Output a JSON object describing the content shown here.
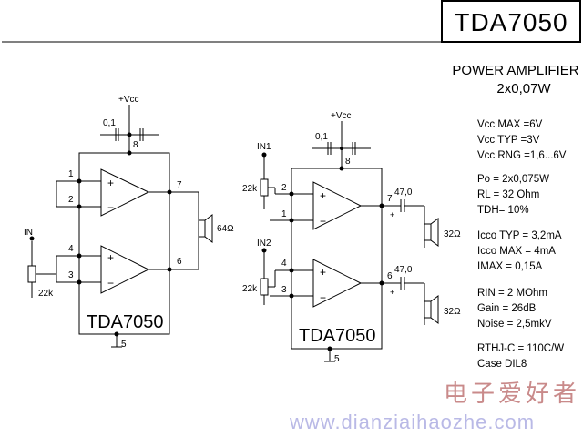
{
  "header": {
    "title": "TDA7050",
    "subtitle_line1": "POWER AMPLIFIER",
    "subtitle_line2": "2x0,07W"
  },
  "left_circuit": {
    "vcc_label": "+Vcc",
    "cap_label": "0,1",
    "pin_8": "8",
    "pin_1": "1",
    "pin_2": "2",
    "pin_4": "4",
    "pin_3": "3",
    "pin_7": "7",
    "pin_6": "6",
    "pin_5": "5",
    "in_label": "IN",
    "pot_label": "22k",
    "speaker_label": "64Ω",
    "chip_label": "TDA7050",
    "plus": "+",
    "minus": "−"
  },
  "right_circuit": {
    "vcc_label": "+Vcc",
    "cap_label": "0,1",
    "pin_8": "8",
    "pin_2": "2",
    "pin_1": "1",
    "pin_4": "4",
    "pin_3": "3",
    "pin_7": "7",
    "pin_6": "6",
    "pin_5": "5",
    "in1_label": "IN1",
    "in2_label": "IN2",
    "pot1_label": "22k",
    "pot2_label": "22k",
    "cap_out1": "47,0",
    "cap_out2": "47,0",
    "speaker1_label": "32Ω",
    "speaker2_label": "32Ω",
    "chip_label": "TDA7050",
    "plus": "+",
    "minus": "−"
  },
  "specs": [
    "Vcc MAX =6V",
    "Vcc TYP =3V",
    "Vcc RNG =1,6...6V",
    "Po = 2x0,075W",
    "RL = 32 Ohm",
    "TDH= 10%",
    "Icco TYP = 3,2mA",
    "Icco MAX = 4mA",
    "IMAX = 0,15A",
    "RIN = 2 MOhm",
    "Gain = 26dB",
    "Noise = 2,5mkV",
    "RTHJ-C = 110C/W",
    "Case DIL8"
  ],
  "watermark": {
    "chinese": "电子爱好者",
    "url": "www.dianziaihaozhe.com"
  }
}
